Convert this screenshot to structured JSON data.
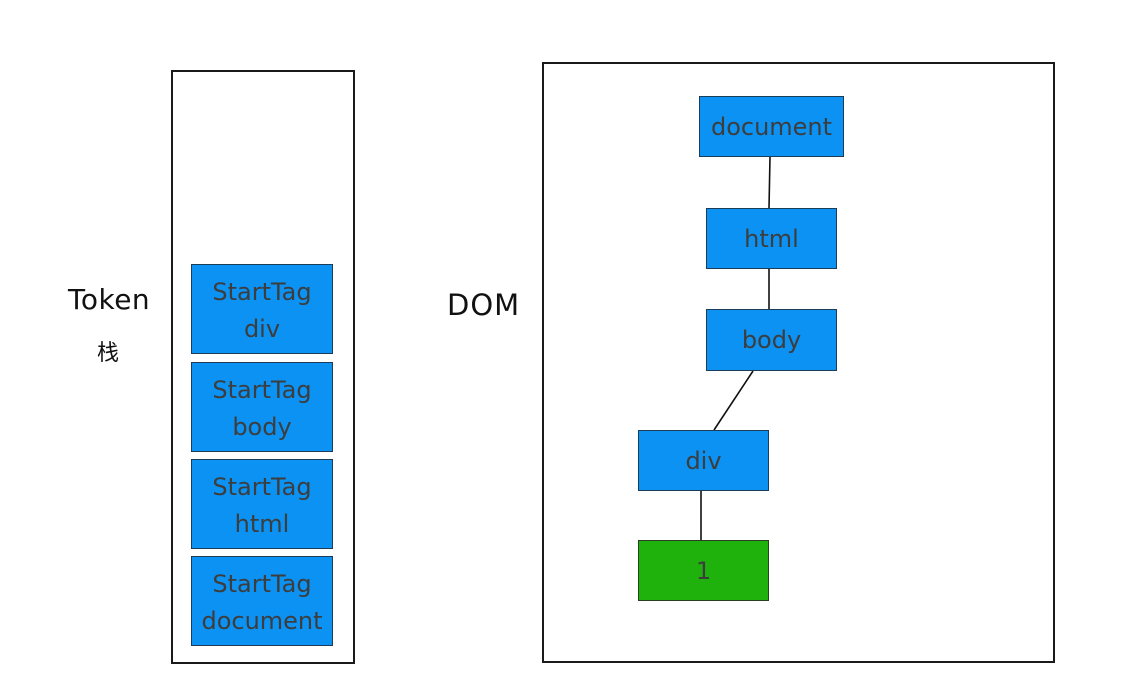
{
  "labels": {
    "token_stack": "Token",
    "token_stack_sub": "栈",
    "dom": "DOM"
  },
  "token_stack": {
    "items": [
      {
        "line1": "StartTag",
        "line2": "div"
      },
      {
        "line1": "StartTag",
        "line2": "body"
      },
      {
        "line1": "StartTag",
        "line2": "html"
      },
      {
        "line1": "StartTag",
        "line2": "document"
      }
    ]
  },
  "dom_tree": {
    "nodes": [
      {
        "id": "document",
        "label": "document"
      },
      {
        "id": "html",
        "label": "html"
      },
      {
        "id": "body",
        "label": "body"
      },
      {
        "id": "div",
        "label": "div"
      },
      {
        "id": "text",
        "label": "1"
      }
    ],
    "edges": [
      [
        "document",
        "html"
      ],
      [
        "html",
        "body"
      ],
      [
        "body",
        "div"
      ],
      [
        "div",
        "text"
      ]
    ]
  },
  "colors": {
    "element_node": "#0b92f3",
    "text_node": "#1fb20d",
    "border": "#1a1a1a"
  }
}
